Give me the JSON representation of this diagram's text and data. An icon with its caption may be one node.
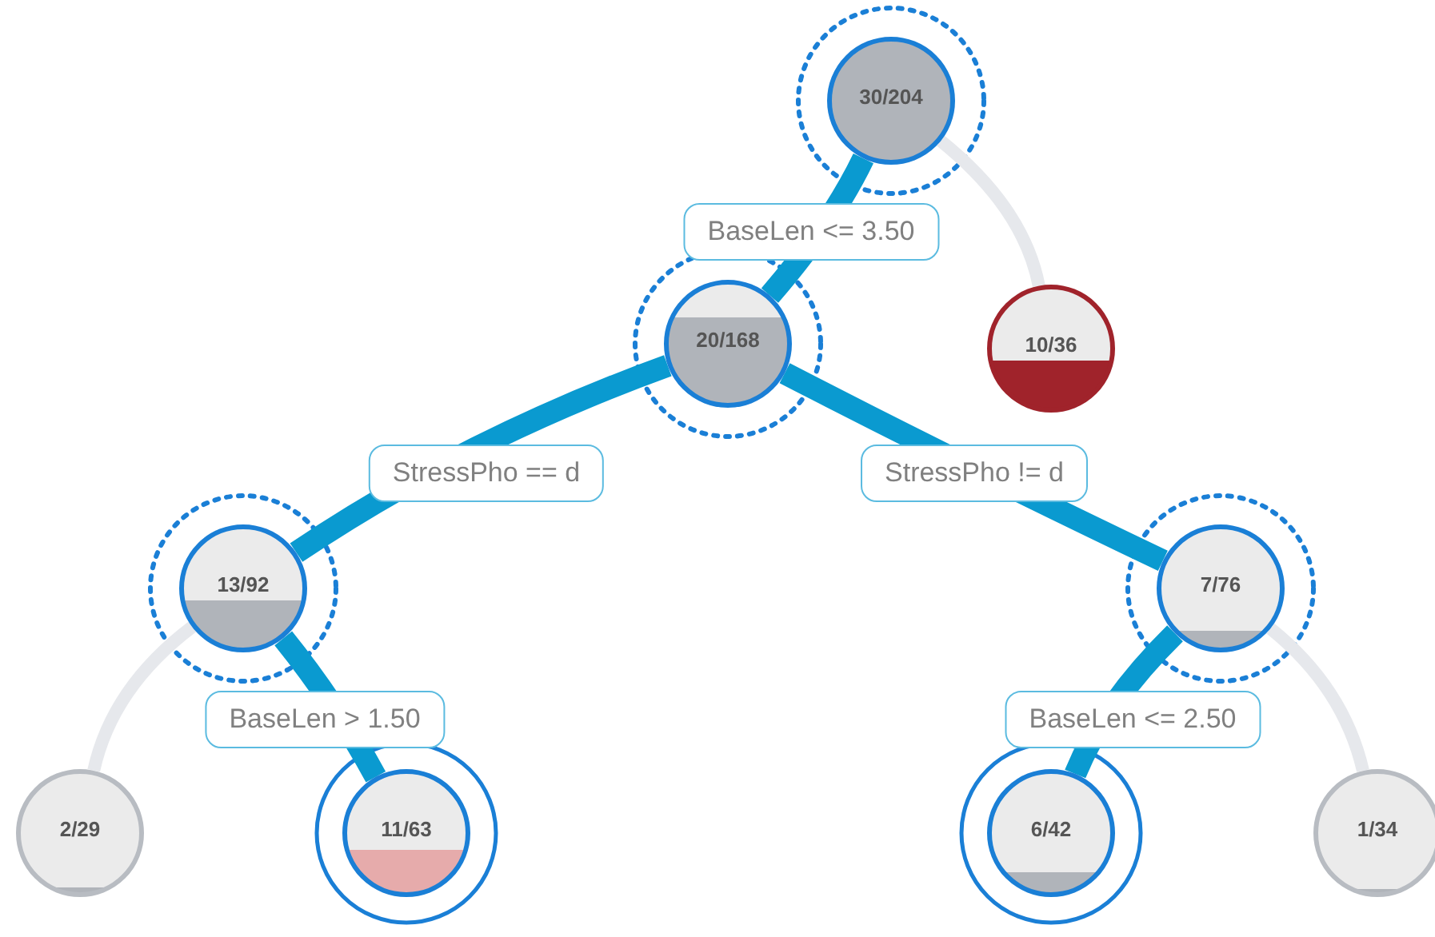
{
  "diagram": {
    "nodes": [
      {
        "text": [
          "30/204"
        ]
      },
      {
        "text": [
          "20/168"
        ]
      },
      {
        "text": [
          "10/36"
        ]
      },
      {
        "text": [
          "13/92"
        ]
      },
      {
        "text": [
          "7/76"
        ]
      },
      {
        "text": [
          "2/29"
        ]
      },
      {
        "text": [
          "11/63"
        ]
      },
      {
        "text": [
          "6/42"
        ]
      },
      {
        "text": [
          "1/34"
        ]
      }
    ],
    "edges": [
      {
        "from": 0,
        "to": 1,
        "arrow": "none",
        "label": "BaseLen <= 3.50"
      },
      {
        "from": 0,
        "to": 2,
        "arrow": "none",
        "color": "#e6e8ec"
      },
      {
        "from": 1,
        "to": 3,
        "arrow": "none",
        "label": "StressPho == d"
      },
      {
        "from": 1,
        "to": 4,
        "arrow": "none",
        "label": "StressPho != d"
      },
      {
        "from": 3,
        "to": 5,
        "arrow": "none",
        "color": "#e6e8ec"
      },
      {
        "from": 3,
        "to": 6,
        "arrow": "none",
        "label": "BaseLen > 1.50"
      },
      {
        "from": 4,
        "to": 7,
        "arrow": "none",
        "label": "BaseLen <= 2.50"
      },
      {
        "from": 4,
        "to": 8,
        "arrow": "none",
        "color": "#e6e8ec"
      }
    ]
  }
}
